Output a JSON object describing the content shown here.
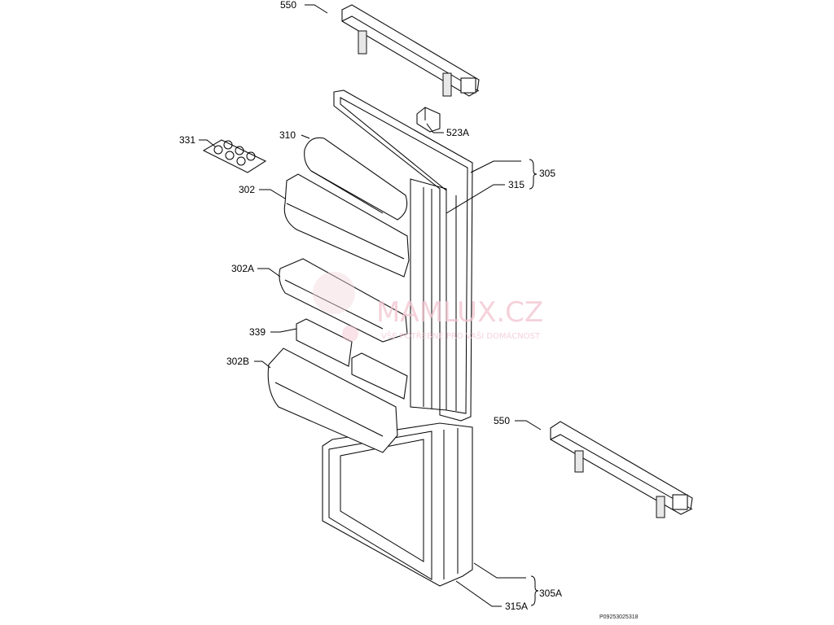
{
  "title_code": "P09253025318",
  "watermark": {
    "brand": "MAMLUX.CZ",
    "tagline": "VŠE POTŘEBNÉ PRO VAŠI DOMÁCNOST"
  },
  "callouts": {
    "hinge_top": "550",
    "cap": "523A",
    "lid": "310",
    "door_top_group": "305",
    "gasket_top": "315",
    "egg_tray": "331",
    "shelf": "302",
    "shelf_a": "302A",
    "bottle_holder": "339",
    "shelf_b": "302B",
    "hinge_bottom": "550",
    "door_bottom_group": "305A",
    "gasket_bottom": "315A"
  }
}
